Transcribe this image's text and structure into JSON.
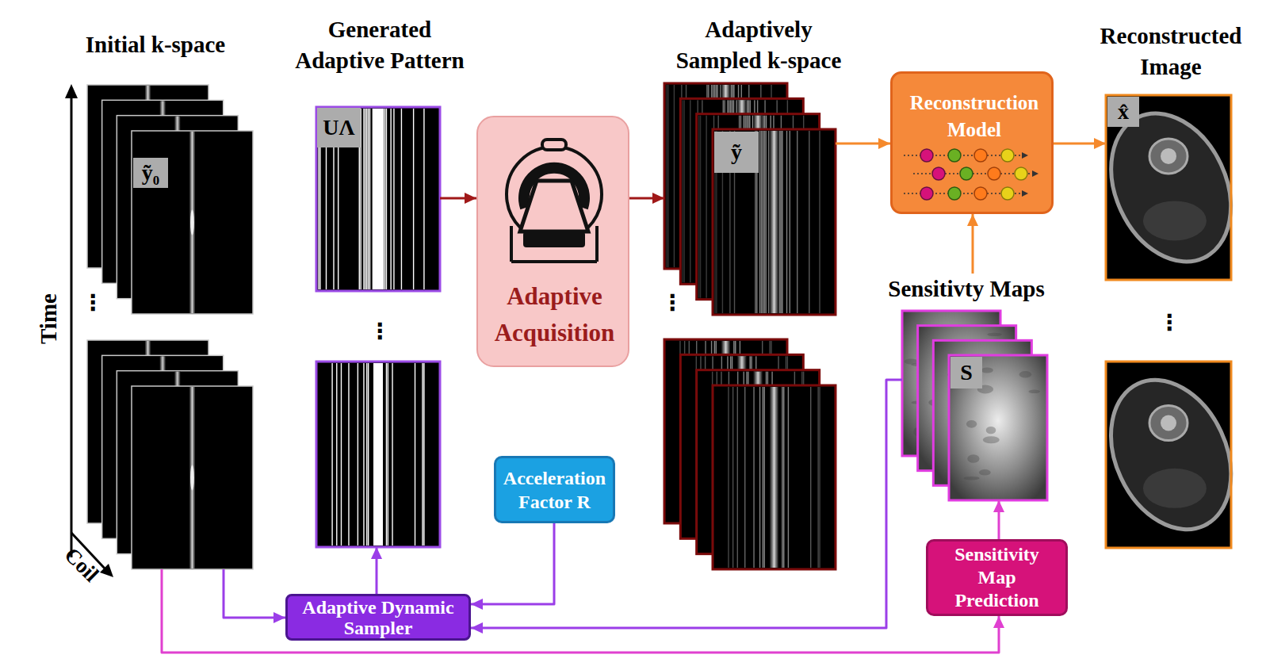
{
  "diagram": {
    "nodes": [
      {
        "text": [
          "Initial k-space",
          "ỹ₀"
        ]
      },
      {
        "text": [
          "Generated Adaptive Pattern",
          "UΛ"
        ]
      },
      {
        "text": [
          "Adaptive Acquisition"
        ]
      },
      {
        "text": [
          "Adaptively Sampled k-space",
          "ỹ"
        ]
      },
      {
        "text": [
          "Reconstruction Model"
        ]
      },
      {
        "text": [
          "Reconstructed Image",
          "x̂"
        ]
      },
      {
        "text": [
          "Sensitivty Maps",
          "S"
        ]
      },
      {
        "text": [
          "Sensitivity Map Prediction"
        ]
      },
      {
        "text": [
          "Adaptive Dynamic Sampler"
        ]
      },
      {
        "text": [
          "Acceleration Factor R"
        ]
      }
    ],
    "edges": [
      {
        "from": 1,
        "to": 2,
        "arrow": "to"
      },
      {
        "from": 2,
        "to": 3,
        "arrow": "to"
      },
      {
        "from": 3,
        "to": 4,
        "arrow": "to"
      },
      {
        "from": 4,
        "to": 5,
        "arrow": "to"
      },
      {
        "from": 6,
        "to": 4,
        "arrow": "to"
      },
      {
        "from": 7,
        "to": 6,
        "arrow": "to"
      },
      {
        "from": 0,
        "to": 7,
        "arrow": "to"
      },
      {
        "from": 0,
        "to": 8,
        "arrow": "to"
      },
      {
        "from": 9,
        "to": 8,
        "arrow": "to"
      },
      {
        "from": 6,
        "to": 8,
        "arrow": "to"
      },
      {
        "from": 8,
        "to": 1,
        "arrow": "to"
      }
    ],
    "labels": [
      "Time",
      "Coil",
      "⋮",
      "⋮",
      "⋮",
      "⋮"
    ]
  }
}
